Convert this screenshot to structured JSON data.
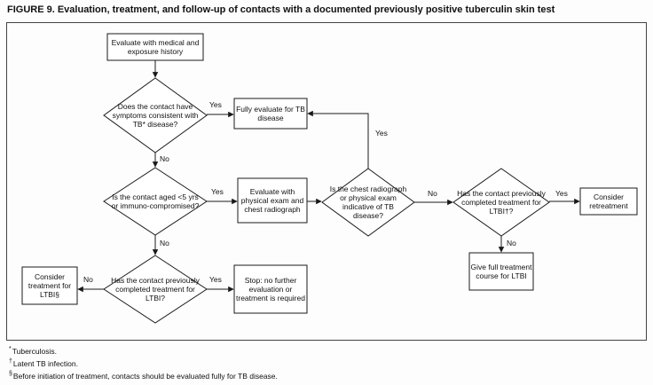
{
  "figure": {
    "title": "FIGURE 9. Evaluation, treatment, and follow-up of contacts with a documented previously positive tuberculin skin test"
  },
  "nodes": {
    "evaluate_history": {
      "shape": "rect",
      "label": "Evaluate with medical and exposure history"
    },
    "symptoms": {
      "shape": "diamond",
      "label": "Does the contact have symptoms consistent with TB* disease?"
    },
    "fully_evaluate": {
      "shape": "rect",
      "label": "Fully evaluate for TB disease"
    },
    "age_immuno": {
      "shape": "diamond",
      "label": "Is the contact aged <5 yrs or immuno-compromised?"
    },
    "physical_exam": {
      "shape": "rect",
      "label": "Evaluate with physical exam and chest radiograph"
    },
    "radiograph_indicative": {
      "shape": "diamond",
      "label": "Is the chest radiograph or physical exam indicative of TB disease?"
    },
    "completed_treatment_right": {
      "shape": "diamond",
      "label": "Has the contact previously completed treatment for LTBI†?"
    },
    "consider_retreatment": {
      "shape": "rect",
      "label": "Consider retreatment"
    },
    "give_full_course": {
      "shape": "rect",
      "label": "Give full treatment course for LTBI"
    },
    "completed_treatment_left": {
      "shape": "diamond",
      "label": "Has the contact previously completed treatment for LTBI?"
    },
    "stop": {
      "shape": "rect",
      "label": "Stop: no further evaluation or treatment is required"
    },
    "consider_treatment": {
      "shape": "rect",
      "label": "Consider treatment for LTBI§"
    }
  },
  "edge_labels": {
    "symptoms_yes": "Yes",
    "symptoms_no": "No",
    "age_yes": "Yes",
    "age_no": "No",
    "indicative_yes": "Yes",
    "indicative_no": "No",
    "completed_right_yes": "Yes",
    "completed_right_no": "No",
    "completed_left_yes": "Yes",
    "completed_left_no": "No"
  },
  "footnotes": [
    {
      "marker": "*",
      "text": "Tuberculosis."
    },
    {
      "marker": "†",
      "text": "Latent TB infection."
    },
    {
      "marker": "§",
      "text": "Before initiation of treatment, contacts should be evaluated fully for TB disease."
    }
  ],
  "colors": {
    "line": "#1a1a1a",
    "background": "#ffffff"
  }
}
